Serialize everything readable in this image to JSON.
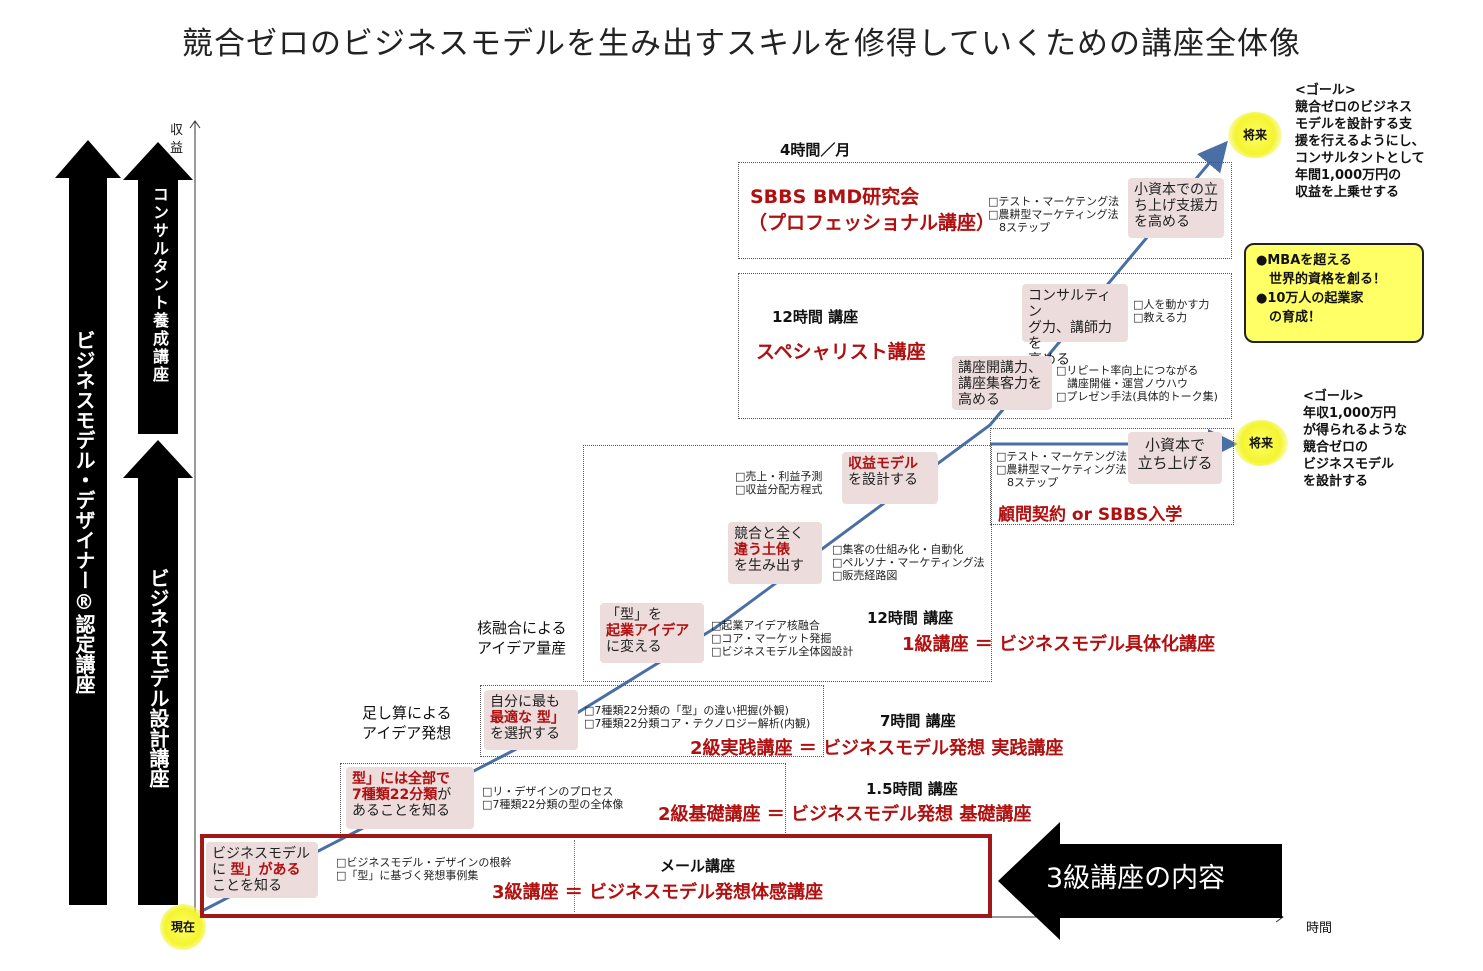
{
  "title": "競合ゼロのビジネスモデルを生み出すスキルを修得していくための講座全体像",
  "axes": {
    "y": "収益",
    "x": "時間"
  },
  "side": {
    "certified": "ビジネスモデル・デザイナー®認定講座",
    "consultant": "コンサルタント養成講座",
    "design": "ビジネスモデル設計講座"
  },
  "markers": {
    "now": "現在",
    "future_top": "将来",
    "future_mid": "将来"
  },
  "goals": {
    "top": [
      "<ゴール>",
      "競合ゼロのビジネス",
      "モデルを設計する支",
      "援を行えるようにし、",
      "コンサルタントとして",
      "年間1,000万円の",
      "収益を上乗せする"
    ],
    "mid": [
      "<ゴール>",
      "年収1,000万円",
      "が得られるような",
      "競合ゼロの",
      "ビジネスモデル",
      "を設計する"
    ]
  },
  "mission": [
    "●MBAを超える",
    "　世界的資格を創る！",
    "●10万人の起業家",
    "　の育成！"
  ],
  "courses": {
    "level3": {
      "skill_a": "ビジネスモデル",
      "skill_b": "に",
      "skill_c": "型」がある",
      "skill_d": "ことを知る",
      "items": [
        "□ビジネスモデル・デザインの根幹",
        "□「型」に基づく発想事例集"
      ],
      "format": "メール講座",
      "name": "3級講座 ＝ ビジネスモデル発想体感講座"
    },
    "level2basic": {
      "skill_a": "型」には全部で",
      "skill_b": "7種類22分類",
      "skill_c": "が",
      "skill_d": "あることを知る",
      "items": [
        "□リ・デザインのプロセス",
        "□7種類22分類の型の全体像"
      ],
      "hours": "1.5時間 講座",
      "name": "2級基礎講座 ＝ ビジネスモデル発想 基礎講座"
    },
    "level2practice": {
      "skill_a": "自分に最も",
      "skill_b": "最適な 型」",
      "skill_c": "を選択する",
      "side": [
        "足し算による",
        "アイデア発想"
      ],
      "items": [
        "□7種類22分類の「型」の違い把握(外観)",
        "□7種類22分類コア・テクノロジー解析(内観)"
      ],
      "hours": "7時間 講座",
      "name": "2級実践講座 ＝ ビジネスモデル発想 実践講座"
    },
    "level1": {
      "side": [
        "核融合による",
        "アイデア量産"
      ],
      "skill1_a": "「型」を",
      "skill1_b": "起業アイデア",
      "skill1_c": "に変える",
      "items1": [
        "□起業アイデア核融合",
        "□コア・マーケット発掘",
        "□ビジネスモデル全体図設計"
      ],
      "skill2_a": "競合と全く",
      "skill2_b": "違う土俵",
      "skill2_c": "を生み出す",
      "items2": [
        "□集客の仕組み化・自動化",
        "□ペルソナ・マーケティング法",
        "□販売経路図"
      ],
      "skill3_a": "収益モデル",
      "skill3_b": "を設計する",
      "items3": [
        "□売上・利益予測",
        "□収益分配方程式"
      ],
      "hours": "12時間 講座",
      "name": "1級講座 ＝ ビジネスモデル具体化講座"
    },
    "advisory": {
      "items": [
        "□テスト・マーケテング法",
        "□農耕型マーケティング法",
        "　8ステップ"
      ],
      "skill_a": "小資本で",
      "skill_b": "立ち上げる",
      "name": "顧問契約 or SBBS入学"
    },
    "specialist": {
      "hours": "12時間 講座",
      "name": "スペシャリスト講座",
      "skill1": [
        "講座開講力、",
        "講座集客力を",
        "高める"
      ],
      "items1": [
        "□リピート率向上につながる",
        "　講座開催・運営ノウハウ",
        "□プレゼン手法(具体的トーク集)"
      ],
      "skill2": [
        "コンサルティン",
        "グ力、講師力を",
        "高める"
      ],
      "items2": [
        "□人を動かす力",
        "□教える力"
      ]
    },
    "bmd": {
      "hours": "4時間／月",
      "name1": "SBBS BMD研究会",
      "name2": "（プロフェッショナル講座）",
      "items": [
        "□テスト・マーケテング法",
        "□農耕型マーケティング法",
        "　8ステップ"
      ],
      "skill": [
        "小資本での立",
        "ち上げ支援力",
        "を高める"
      ]
    }
  },
  "callout": "3級講座の内容"
}
